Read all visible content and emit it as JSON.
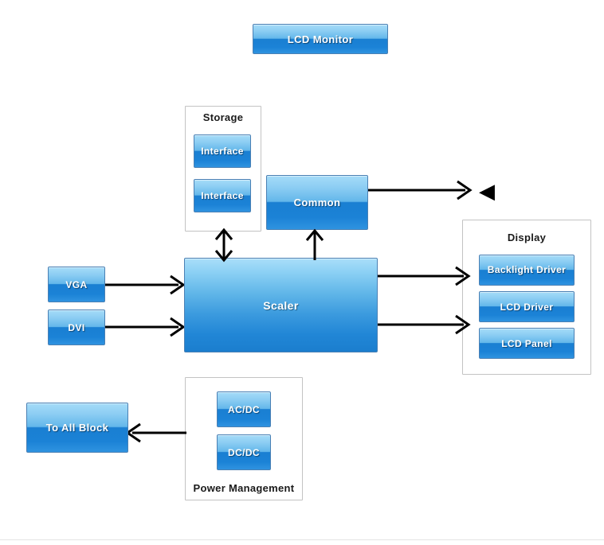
{
  "diagram": {
    "title_block": {
      "label": "LCD Monitor"
    },
    "blocks": [
      {
        "id": "lcd_monitor",
        "label": "LCD Monitor"
      },
      {
        "id": "storage_if_1",
        "label": "Interface"
      },
      {
        "id": "storage_if_2",
        "label": "Interface"
      },
      {
        "id": "common",
        "label": "Common"
      },
      {
        "id": "vga",
        "label": "VGA"
      },
      {
        "id": "dvi",
        "label": "DVI"
      },
      {
        "id": "scaler",
        "label": "Scaler"
      },
      {
        "id": "backlight_driver",
        "label": "Backlight Driver"
      },
      {
        "id": "lcd_driver",
        "label": "LCD Driver"
      },
      {
        "id": "lcd_panel",
        "label": "LCD Panel"
      },
      {
        "id": "acdc",
        "label": "AC/DC"
      },
      {
        "id": "dcdc",
        "label": "DC/DC"
      },
      {
        "id": "to_all_block",
        "label": "To All Block"
      }
    ],
    "groups": [
      {
        "id": "storage",
        "label": "Storage",
        "title_position": "top"
      },
      {
        "id": "display",
        "label": "Display",
        "title_position": "top"
      },
      {
        "id": "power_management",
        "label": "Power Management",
        "title_position": "bottom"
      }
    ],
    "icons": [
      {
        "id": "speaker",
        "name": "speaker-icon",
        "glyph": "◀"
      }
    ],
    "connections": [
      {
        "from": "common",
        "to": "speaker",
        "type": "arrow",
        "direction": "right"
      },
      {
        "from": "scaler",
        "to": "storage",
        "type": "arrow",
        "direction": "bidirectional"
      },
      {
        "from": "scaler",
        "to": "common",
        "type": "arrow",
        "direction": "up"
      },
      {
        "from": "vga",
        "to": "scaler",
        "type": "arrow",
        "direction": "right"
      },
      {
        "from": "dvi",
        "to": "scaler",
        "type": "arrow",
        "direction": "right"
      },
      {
        "from": "scaler",
        "to": "backlight_driver",
        "type": "arrow",
        "direction": "right"
      },
      {
        "from": "scaler",
        "to": "lcd_panel",
        "type": "arrow",
        "direction": "right"
      },
      {
        "from": "power_management",
        "to": "to_all_block",
        "type": "arrow",
        "direction": "left"
      }
    ],
    "colors": {
      "block_gradient_top": "#a5dcf8",
      "block_gradient_bottom": "#1b82d6",
      "block_border": "#4a80b4",
      "group_border": "#c3c3c3",
      "connector": "#000000",
      "label_text": "#ffffff",
      "group_title_text": "#1a1a1a",
      "background": "#ffffff"
    }
  }
}
